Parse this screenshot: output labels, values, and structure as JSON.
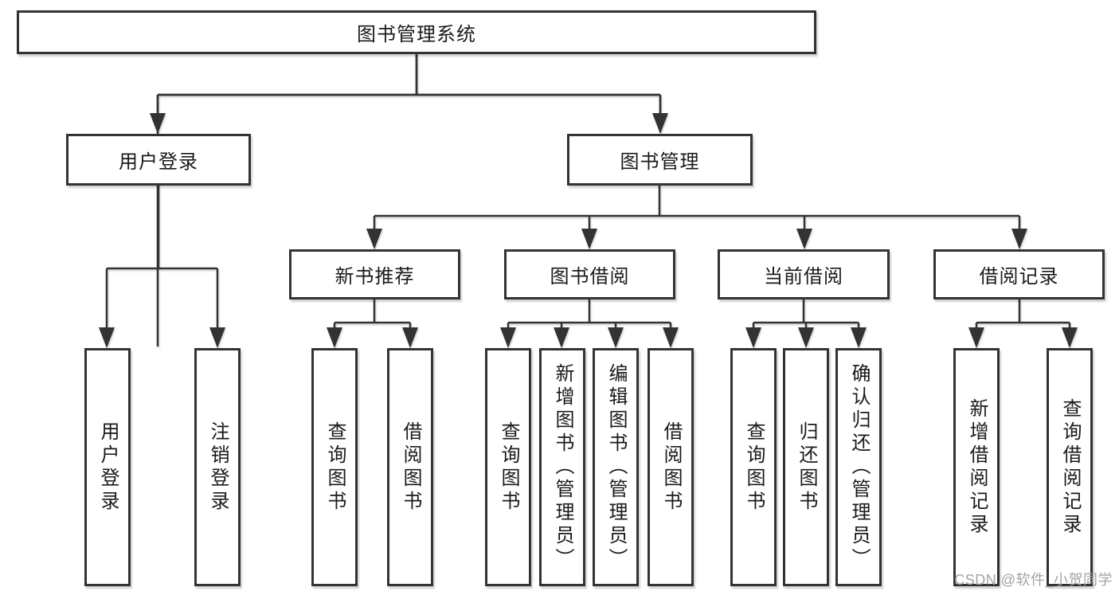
{
  "diagram": {
    "root": {
      "label": "图书管理系统"
    },
    "branches": [
      {
        "label": "用户登录",
        "children": [
          {
            "label": "用户登录"
          },
          {
            "label": "注销登录"
          }
        ]
      },
      {
        "label": "图书管理",
        "children": [
          {
            "label": "新书推荐",
            "children": [
              {
                "label": "查询图书"
              },
              {
                "label": "借阅图书"
              }
            ]
          },
          {
            "label": "图书借阅",
            "children": [
              {
                "label": "查询图书"
              },
              {
                "label": "新增图书（管理员）"
              },
              {
                "label": "编辑图书（管理员）"
              },
              {
                "label": "借阅图书"
              }
            ]
          },
          {
            "label": "当前借阅",
            "children": [
              {
                "label": "查询图书"
              },
              {
                "label": "归还图书"
              },
              {
                "label": "确认归还（管理员）"
              }
            ]
          },
          {
            "label": "借阅记录",
            "children": [
              {
                "label": "新增借阅记录"
              },
              {
                "label": "查询借阅记录"
              }
            ]
          }
        ]
      }
    ]
  },
  "watermark": {
    "text": "CSDN @软件_小贺同学"
  },
  "colors": {
    "line": "#333333",
    "box_border": "#333333",
    "box_fill": "#ffffff",
    "text": "#1a1a1a",
    "watermark": "#a3a3a3"
  }
}
